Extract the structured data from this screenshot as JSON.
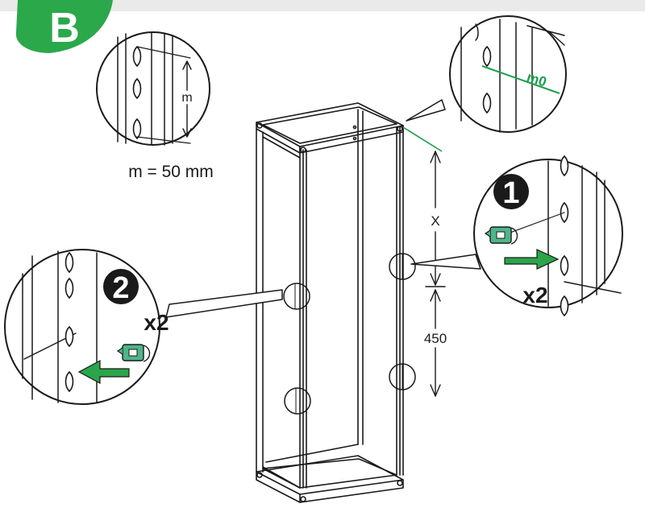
{
  "step_badge": {
    "letter": "B",
    "color": "#2ba84a"
  },
  "detail_top_left": {
    "dimension_label": "m"
  },
  "spacing_note": "m = 50 mm",
  "detail_top_right": {
    "mark_label": "m0",
    "accent": "#1f9e4e"
  },
  "detail_right": {
    "step_number": "1",
    "quantity": "x2"
  },
  "detail_left": {
    "step_number": "2",
    "quantity": "x2"
  },
  "dimensions": {
    "offset_label": "X",
    "spacing_label": "450"
  },
  "colors": {
    "arrow": "#2aa54a",
    "clip": "#4fb58a",
    "line": "#1a1a1a",
    "badge_text": "#ffffff"
  }
}
